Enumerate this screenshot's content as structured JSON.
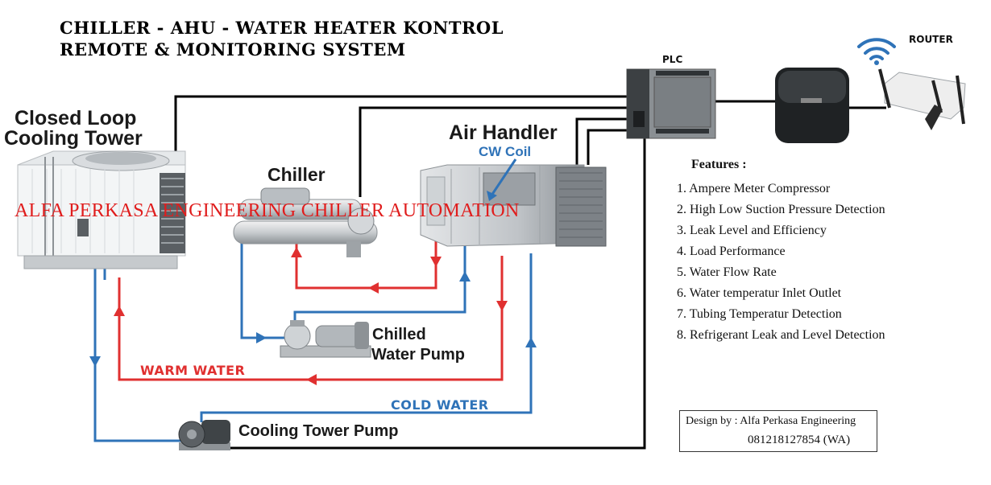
{
  "title": {
    "line1": "CHILLER - AHU - WATER HEATER KONTROL",
    "line2": "REMOTE & MONITORING SYSTEM"
  },
  "components": {
    "cooling_tower_line1": "Closed Loop",
    "cooling_tower_line2": "Cooling Tower",
    "chiller": "Chiller",
    "air_handler": "Air Handler",
    "cw_coil": "CW Coil",
    "chilled_pump_line1": "Chilled",
    "chilled_pump_line2": "Water Pump",
    "cooling_tower_pump": "Cooling Tower Pump",
    "plc": "PLC",
    "router": "ROUTER"
  },
  "flows": {
    "warm": "WARM WATER",
    "cold": "COLD WATER"
  },
  "watermark": "ALFA PERKASA ENGINEERING  CHILLER  AUTOMATION",
  "features": {
    "heading": "Features :",
    "items": [
      "1. Ampere Meter Compressor",
      "2.  High Low Suction Pressure Detection",
      "3.  Leak Level and Efficiency",
      "4.  Load Performance",
      "5.  Water Flow Rate",
      "6.  Water temperatur Inlet Outlet",
      "7.   Tubing Temperatur Detection",
      "8.  Refrigerant Leak and Level Detection"
    ]
  },
  "credit": {
    "designer": "Design by : Alfa Perkasa Engineering",
    "phone": "081218127854 (WA)"
  },
  "colors": {
    "warm_pipe": "#e03030",
    "cold_pipe": "#2f73b8",
    "signal_wire": "#000000",
    "watermark": "#e01d1d"
  }
}
